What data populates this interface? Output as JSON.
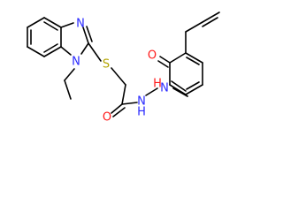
{
  "structure": {
    "atoms": [
      {
        "id": "N1",
        "label": "N",
        "color": "#2929ff"
      },
      {
        "id": "N3",
        "label": "N",
        "color": "#2929ff"
      },
      {
        "id": "S1",
        "label": "S",
        "color": "#b3a400"
      },
      {
        "id": "O1",
        "label": "O",
        "color": "#ff1a1a"
      },
      {
        "id": "N4",
        "label": "N",
        "color": "#2929ff"
      },
      {
        "id": "N5",
        "label": "N",
        "color": "#2929ff"
      },
      {
        "id": "O2",
        "label": "O",
        "color": "#ff1a1a"
      },
      {
        "id": "H1",
        "label": "H",
        "color": "#2929ff"
      },
      {
        "id": "H2",
        "label": "H",
        "color": "#ff1a1a"
      }
    ],
    "colors": {
      "bond": "#000000",
      "nitrogen": "#2929ff",
      "sulfur": "#b3a400",
      "oxygen": "#ff1a1a"
    }
  }
}
